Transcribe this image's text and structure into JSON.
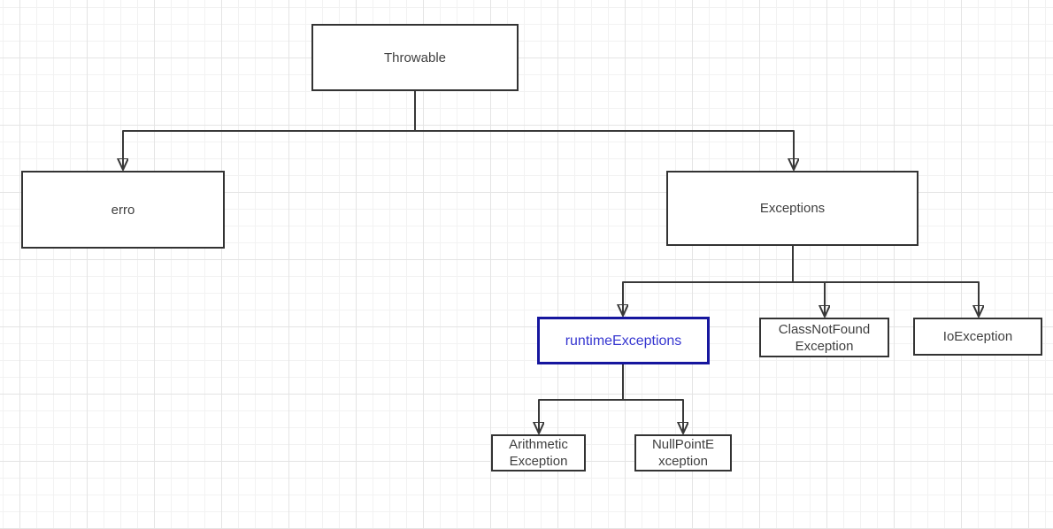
{
  "diagram": {
    "type": "tree-flowchart",
    "topic": "Java Throwable class hierarchy",
    "nodes": [
      {
        "id": "throwable",
        "lines": [
          "Throwable"
        ]
      },
      {
        "id": "erro",
        "lines": [
          "erro"
        ]
      },
      {
        "id": "exceptions",
        "lines": [
          "Exceptions"
        ]
      },
      {
        "id": "runtime-exceptions",
        "lines": [
          "runtimeExceptions"
        ],
        "highlighted": true
      },
      {
        "id": "classnotfound-exception",
        "lines": [
          "ClassNotFound",
          "Exception"
        ]
      },
      {
        "id": "io-exception",
        "lines": [
          "IoException"
        ]
      },
      {
        "id": "arithmetic-exception",
        "lines": [
          "Arithmetic",
          "Exception"
        ]
      },
      {
        "id": "nullpoint-exception",
        "lines": [
          "NullPointE",
          "xception"
        ]
      }
    ],
    "edges": [
      {
        "from": "Throwable",
        "to": "erro"
      },
      {
        "from": "Throwable",
        "to": "Exceptions"
      },
      {
        "from": "Exceptions",
        "to": "runtimeExceptions"
      },
      {
        "from": "Exceptions",
        "to": "ClassNotFoundException"
      },
      {
        "from": "Exceptions",
        "to": "IoException"
      },
      {
        "from": "runtimeExceptions",
        "to": "ArithmeticException"
      },
      {
        "from": "runtimeExceptions",
        "to": "NullPointException"
      }
    ],
    "colors": {
      "node_border": "#333333",
      "node_text": "#3f3f3f",
      "connector": "#383838",
      "highlight_border": "#16169e",
      "highlight_text": "#3636d0",
      "canvas_background": "#ffffff",
      "grid_minor": "#f2f2f2",
      "grid_major": "#e4e4e4"
    }
  }
}
